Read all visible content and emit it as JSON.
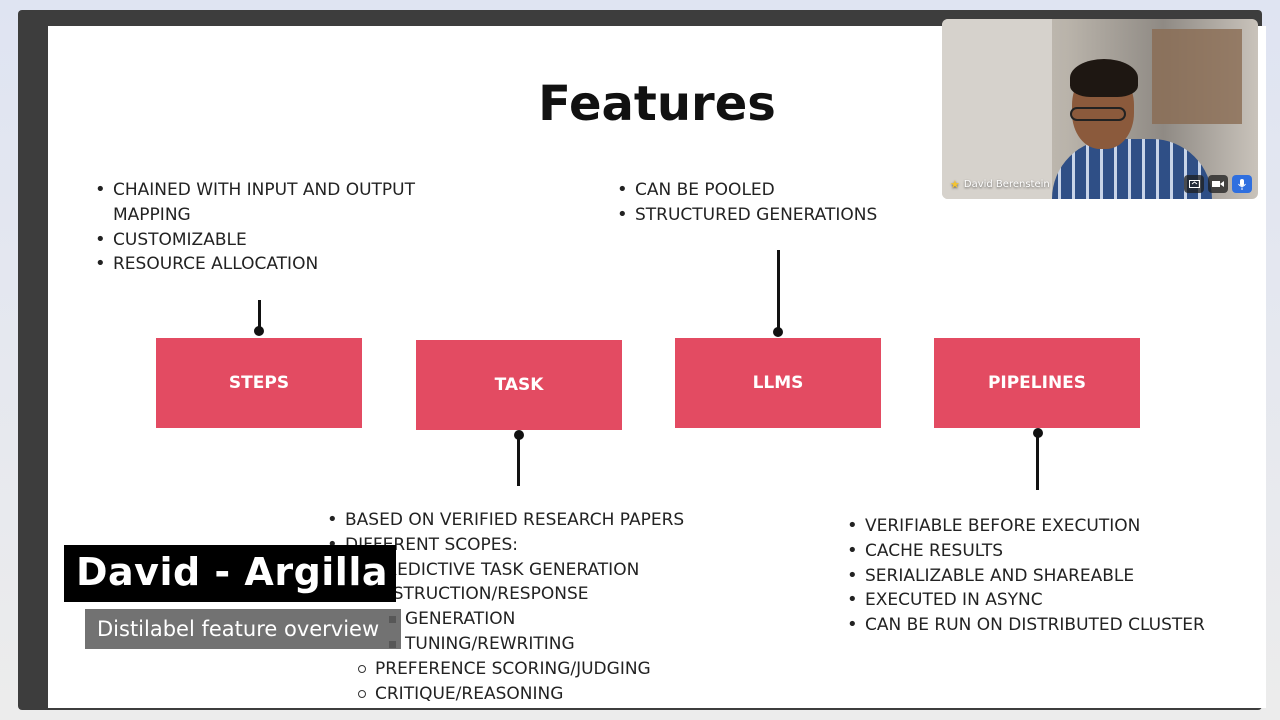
{
  "slide": {
    "title": "Features",
    "steps_notes": [
      "CHAINED WITH INPUT AND OUTPUT MAPPING",
      "CUSTOMIZABLE",
      "RESOURCE ALLOCATION"
    ],
    "llms_notes": [
      "CAN BE POOLED",
      "STRUCTURED GENERATIONS"
    ],
    "task_notes": {
      "n1": "BASED ON VERIFIED RESEARCH PAPERS",
      "n2": "DIFFERENT SCOPES:",
      "n3": "PREDICTIVE TASK GENERATION",
      "n4": "INSTRUCTION/RESPONSE",
      "n5": "GENERATION",
      "n6": "TUNING/REWRITING",
      "n7": "PREFERENCE SCORING/JUDGING",
      "n8": "CRITIQUE/REASONING"
    },
    "pipelines_notes": [
      "VERIFIABLE BEFORE EXECUTION",
      "CACHE RESULTS",
      "SERIALIZABLE AND SHAREABLE",
      "EXECUTED IN ASYNC",
      "CAN BE RUN ON DISTRIBUTED CLUSTER"
    ],
    "boxes": {
      "steps": "STEPS",
      "task": "TASK",
      "llms": "LLMS",
      "pipelines": "PIPELINES"
    },
    "box_color": "#e34b62"
  },
  "video": {
    "participant_name": "David Berenstein",
    "icons": [
      "star-icon",
      "screen-share-icon",
      "camera-icon",
      "microphone-icon"
    ],
    "accent": "#2f6fdf"
  },
  "overlay": {
    "name": "David - Argilla",
    "subtitle": "Distilabel feature overview"
  }
}
